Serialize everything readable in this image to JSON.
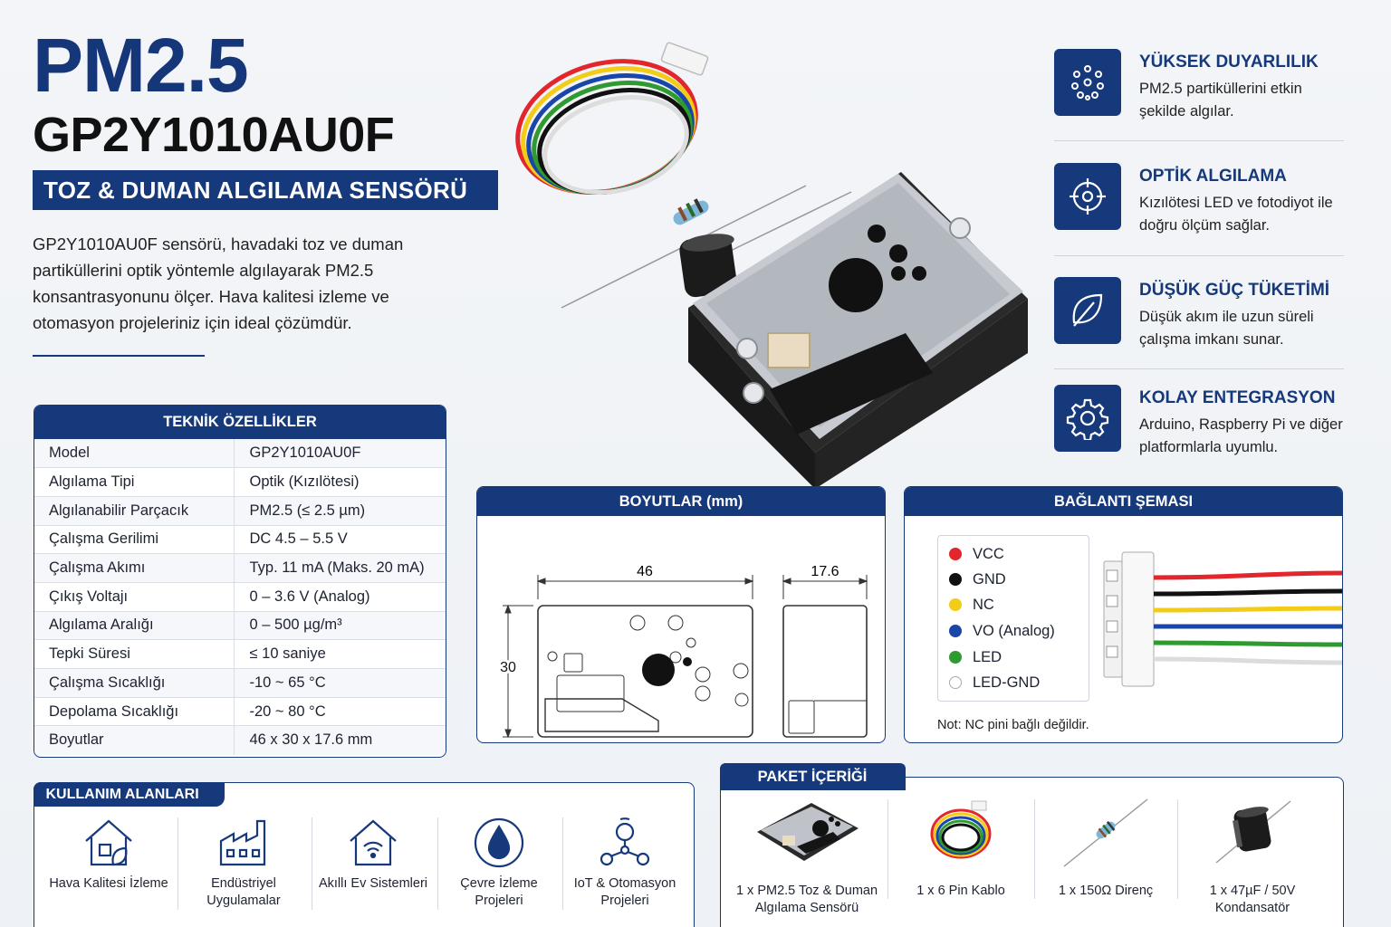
{
  "header": {
    "title": "PM2.5",
    "model": "GP2Y1010AU0F",
    "subtitle": "TOZ & DUMAN ALGILAMA SENSÖRÜ",
    "intro": "GP2Y1010AU0F sensörü, havadaki toz ve duman partiküllerini optik yöntemle algılayarak PM2.5 konsantrasyonunu ölçer. Hava kalitesi izleme ve otomasyon projeleriniz için ideal çözümdür."
  },
  "features": [
    {
      "title": "YÜKSEK DUYARLILIK",
      "desc": "PM2.5 partiküllerini etkin şekilde algılar.",
      "icon": "particles-icon"
    },
    {
      "title": "OPTİK ALGILAMA",
      "desc": "Kızılötesi LED ve fotodiyot ile doğru ölçüm sağlar.",
      "icon": "crosshair-icon"
    },
    {
      "title": "DÜŞÜK GÜÇ TÜKETİMİ",
      "desc": "Düşük akım ile uzun süreli çalışma imkanı sunar.",
      "icon": "leaf-icon"
    },
    {
      "title": "KOLAY ENTEGRASYON",
      "desc": "Arduino, Raspberry Pi ve diğer platformlarla uyumlu.",
      "icon": "gear-icon"
    }
  ],
  "specs": {
    "title": "TEKNİK ÖZELLİKLER",
    "rows": [
      [
        "Model",
        "GP2Y1010AU0F"
      ],
      [
        "Algılama Tipi",
        "Optik (Kızılötesi)"
      ],
      [
        "Algılanabilir Parçacık",
        "PM2.5 (≤ 2.5 µm)"
      ],
      [
        "Çalışma Gerilimi",
        "DC 4.5 – 5.5 V"
      ],
      [
        "Çalışma Akımı",
        "Typ. 11 mA (Maks. 20 mA)"
      ],
      [
        "Çıkış Voltajı",
        "0 – 3.6 V (Analog)"
      ],
      [
        "Algılama Aralığı",
        "0 – 500 µg/m³"
      ],
      [
        "Tepki Süresi",
        "≤ 10 saniye"
      ],
      [
        "Çalışma Sıcaklığı",
        "-10 ~ 65 °C"
      ],
      [
        "Depolama Sıcaklığı",
        "-20 ~ 80 °C"
      ],
      [
        "Boyutlar",
        "46 x 30 x 17.6 mm"
      ]
    ]
  },
  "dimensions": {
    "title": "BOYUTLAR (mm)",
    "width": "46",
    "depth": "17.6",
    "height": "30"
  },
  "connection": {
    "title": "BAĞLANTI ŞEMASI",
    "pins": [
      {
        "label": "VCC",
        "color": "#e3262b"
      },
      {
        "label": "GND",
        "color": "#111111"
      },
      {
        "label": "NC",
        "color": "#f2cc17"
      },
      {
        "label": "VO (Analog)",
        "color": "#1a46a8"
      },
      {
        "label": "LED",
        "color": "#2f9a2f"
      },
      {
        "label": "LED-GND",
        "color": "#ffffff"
      }
    ],
    "note": "Not: NC pini bağlı değildir."
  },
  "usage": {
    "title": "KULLANIM ALANLARI",
    "items": [
      {
        "label": "Hava Kalitesi İzleme",
        "icon": "house-leaf-icon"
      },
      {
        "label": "Endüstriyel Uygulamalar",
        "icon": "factory-icon"
      },
      {
        "label": "Akıllı Ev Sistemleri",
        "icon": "smart-home-icon"
      },
      {
        "label": "Çevre İzleme Projeleri",
        "icon": "drop-leaf-icon"
      },
      {
        "label": "IoT & Otomasyon Projeleri",
        "icon": "iot-network-icon"
      }
    ]
  },
  "package": {
    "title": "PAKET İÇERİĞİ",
    "items": [
      {
        "label": "1 x PM2.5 Toz & Duman Algılama Sensörü"
      },
      {
        "label": "1 x 6 Pin Kablo"
      },
      {
        "label": "1 x 150Ω Direnç"
      },
      {
        "label": "1 x 47µF / 50V Kondansatör"
      }
    ]
  }
}
